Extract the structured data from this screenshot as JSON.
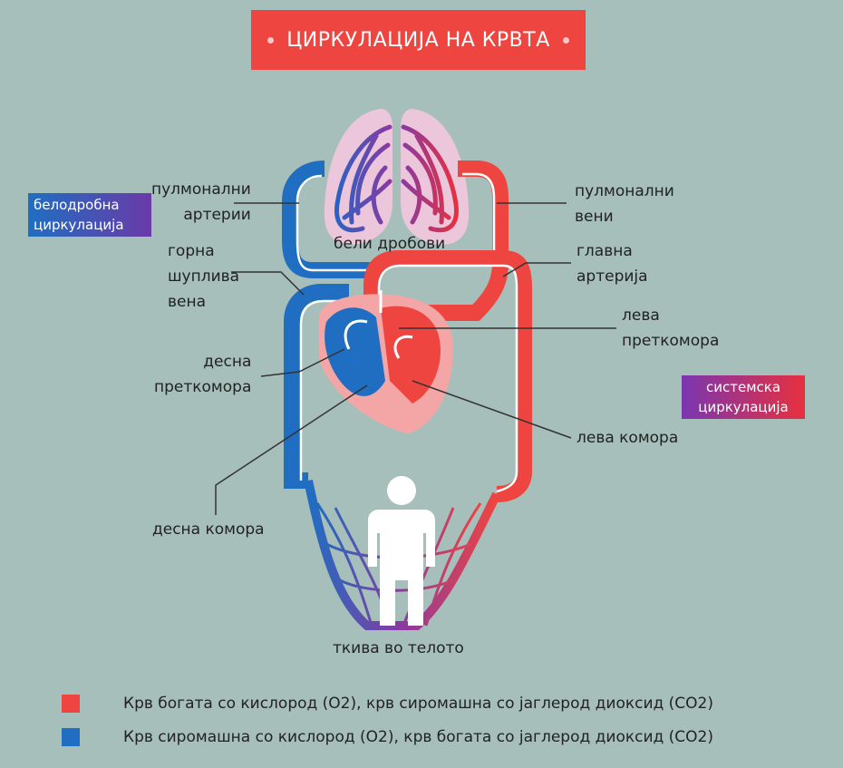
{
  "title": "ЦИРКУЛАЦИЈА НА КРВТА",
  "colors": {
    "oxygen_rich": "#ef4540",
    "oxygen_poor": "#1f6ec2",
    "background": "#a7bfba"
  },
  "labels": {
    "pulmonary_arteries": "пулмонални\nартерии",
    "pulmonary_veins": "пулмонални\nвени",
    "lungs": "бели дробови",
    "superior_vena_cava": "горна\nшуплива\nвена",
    "aorta": "главна\nартерија",
    "left_atrium": "лева\nпреткомора",
    "right_atrium": "десна\nпреткомора",
    "left_ventricle": "лева комора",
    "right_ventricle": "десна комора",
    "body_tissues": "ткива во телото"
  },
  "badges": {
    "pulmonary_circulation": "белодробна\nциркулација",
    "systemic_circulation": "системска\nциркулација"
  },
  "legend": [
    {
      "color": "#ef4540",
      "text": "Крв богата со кислород (О2), крв сиромашна со јаглерод диоксид (СО2)"
    },
    {
      "color": "#1f6ec2",
      "text": "Крв сиромашна со кислород (О2), крв богата со јаглерод диоксид (СО2)"
    }
  ]
}
